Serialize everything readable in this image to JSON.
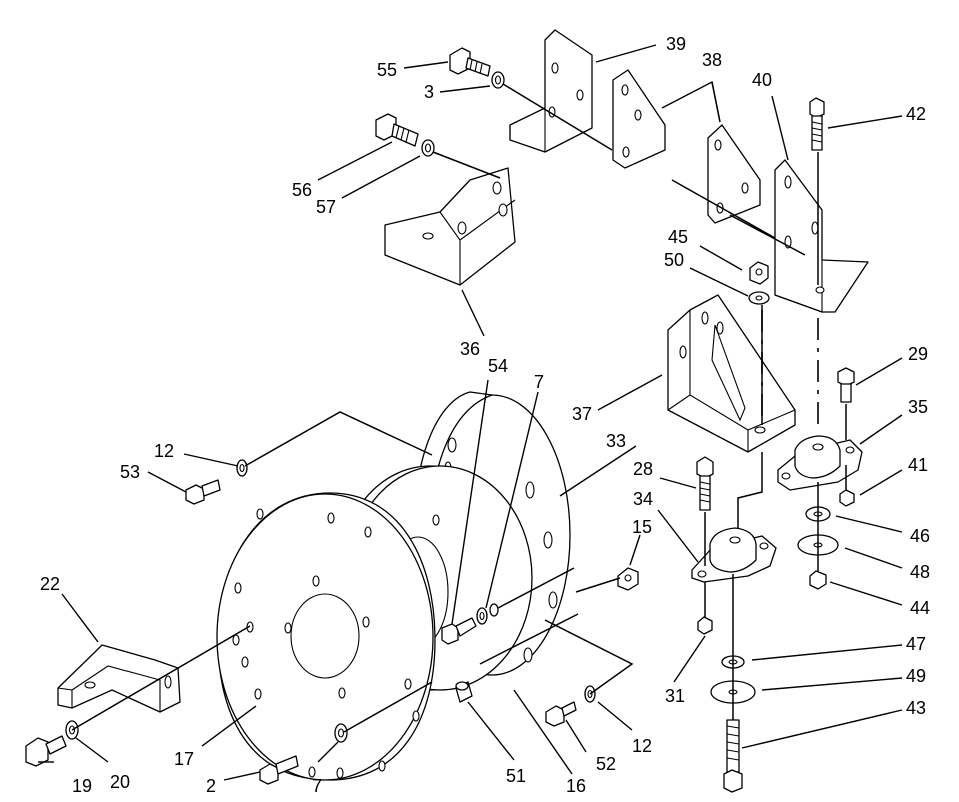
{
  "labels": {
    "l2": "2",
    "l3": "3",
    "l7a": "7",
    "l7b": "7",
    "l12a": "12",
    "l12b": "12",
    "l15": "15",
    "l16": "16",
    "l17": "17",
    "l19": "19",
    "l20": "20",
    "l22": "22",
    "l28": "28",
    "l29": "29",
    "l31": "31",
    "l33": "33",
    "l34": "34",
    "l35": "35",
    "l36": "36",
    "l37": "37",
    "l38": "38",
    "l39": "39",
    "l40": "40",
    "l41": "41",
    "l42": "42",
    "l43": "43",
    "l44": "44",
    "l45": "45",
    "l46": "46",
    "l47": "47",
    "l48": "48",
    "l49": "49",
    "l50": "50",
    "l51": "51",
    "l52": "52",
    "l53": "53",
    "l54": "54",
    "l55": "55",
    "l56": "56",
    "l57": "57"
  }
}
